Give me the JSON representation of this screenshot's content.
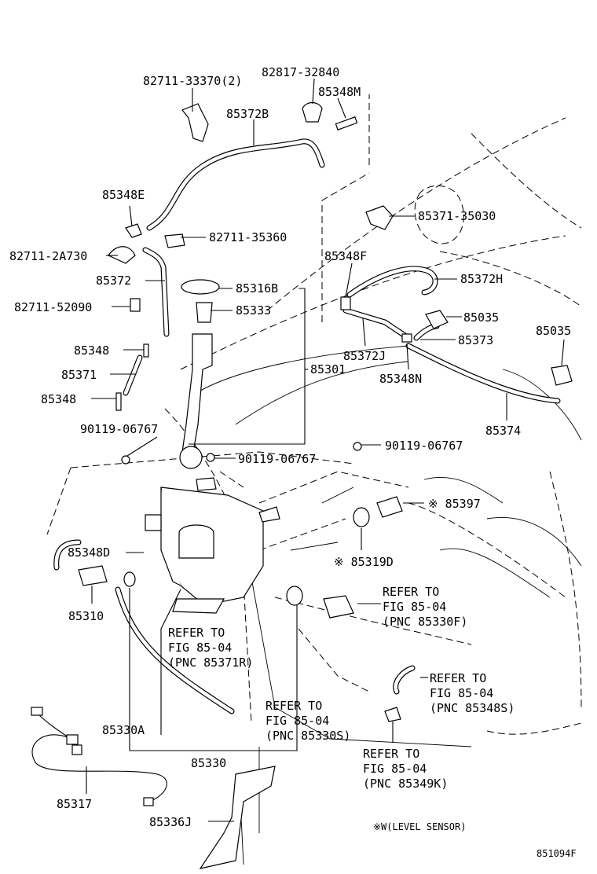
{
  "labels": {
    "l_82711_33370": "82711-33370(2)",
    "l_82817_32840": "82817-32840",
    "l_85348M": "85348M",
    "l_85372B": "85372B",
    "l_85348E": "85348E",
    "l_82711_35360": "82711-35360",
    "l_82711_2A730": "82711-2A730",
    "l_85372": "85372",
    "l_85316B": "85316B",
    "l_82711_52090": "82711-52090",
    "l_85333": "85333",
    "l_85348": "85348",
    "l_85371": "85371",
    "l_85348b": "85348",
    "l_85301": "85301",
    "l_85371_35030": "85371-35030",
    "l_85348F": "85348F",
    "l_85372H": "85372H",
    "l_85035a": "85035",
    "l_85035b": "85035",
    "l_85373": "85373",
    "l_85372J": "85372J",
    "l_85348N": "85348N",
    "l_85374": "85374",
    "l_90119_a": "90119-06767",
    "l_90119_b": "90119-06767",
    "l_90119_c": "90119-06767",
    "l_85397": "※ 85397",
    "l_85319D": "※ 85319D",
    "l_85348D": "85348D",
    "l_85310": "85310",
    "l_85330A": "85330A",
    "l_85330": "85330",
    "l_85317": "85317",
    "l_85336J": "85336J"
  },
  "refers": {
    "r1": [
      "REFER TO",
      "FIG 85-04",
      "(PNC 85330F)"
    ],
    "r2": [
      "REFER TO",
      "FIG 85-04",
      "(PNC 85371R)"
    ],
    "r3": [
      "REFER TO",
      "FIG 85-04",
      "(PNC 85348S)"
    ],
    "r4": [
      "REFER TO",
      "FIG 85-04",
      "(PNC 85330S)"
    ],
    "r5": [
      "REFER TO",
      "FIG 85-04",
      "(PNC 85349K)"
    ]
  },
  "footer": {
    "legend": "※W(LEVEL SENSOR)",
    "figure_code": "851094F"
  }
}
